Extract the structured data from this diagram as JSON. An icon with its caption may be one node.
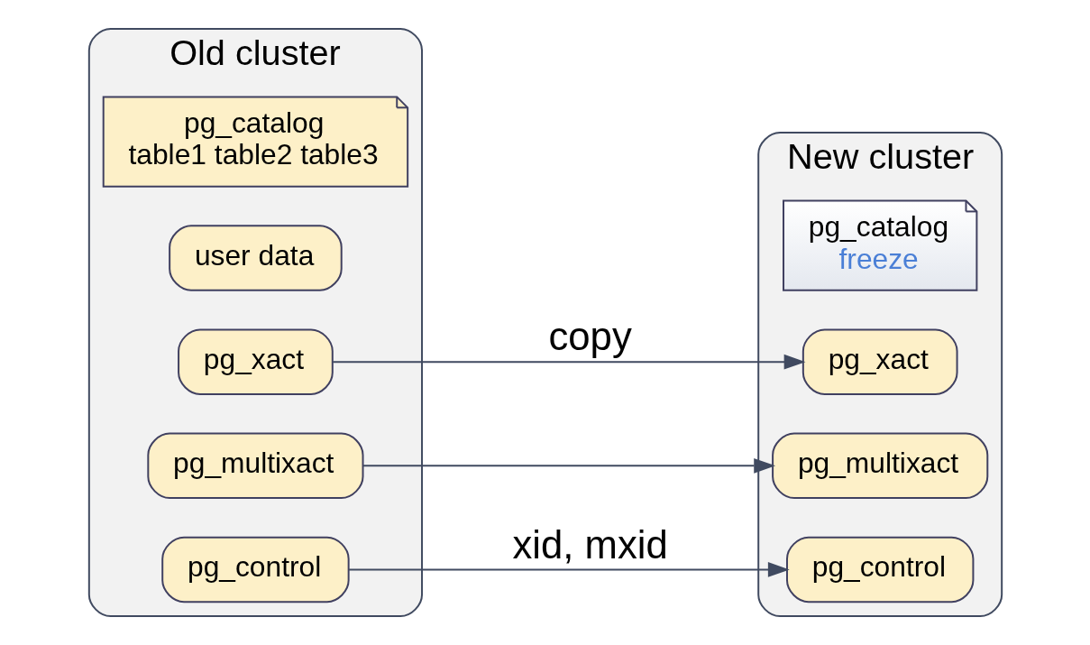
{
  "diagram": {
    "nodes": [
      {
        "text": [
          "Old cluster"
        ]
      },
      {
        "text": [
          "pg_catalog",
          "table1 table2 table3"
        ],
        "in": 0
      },
      {
        "text": [
          "user data"
        ],
        "in": 0
      },
      {
        "text": [
          "pg_xact"
        ],
        "in": 0
      },
      {
        "text": [
          "pg_multixact"
        ],
        "in": 0
      },
      {
        "text": [
          "pg_control"
        ],
        "in": 0
      },
      {
        "text": [
          "New cluster"
        ]
      },
      {
        "text": [
          "pg_catalog",
          "freeze"
        ],
        "in": 6
      },
      {
        "text": [
          "pg_xact"
        ],
        "in": 6
      },
      {
        "text": [
          "pg_multixact"
        ],
        "in": 6
      },
      {
        "text": [
          "pg_control"
        ],
        "in": 6
      }
    ],
    "edges": [
      {
        "from": 3,
        "to": 8,
        "arrow": "to",
        "label": "copy"
      },
      {
        "from": 4,
        "to": 9,
        "arrow": "to"
      },
      {
        "from": 5,
        "to": 10,
        "arrow": "to",
        "label": "xid, mxid"
      }
    ]
  }
}
